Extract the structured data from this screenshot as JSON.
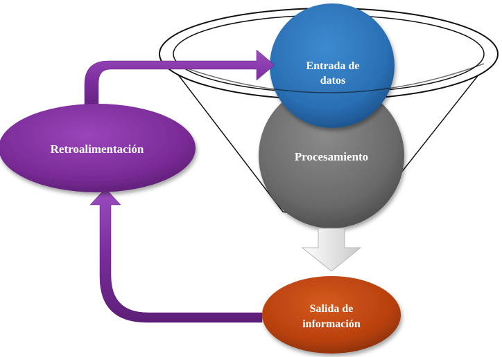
{
  "diagram": {
    "nodes": {
      "entrada": {
        "line1": "Entrada de",
        "line2": "datos",
        "color": "#2a6fb4"
      },
      "procesamiento": {
        "label": "Procesamiento",
        "color": "#707070"
      },
      "salida": {
        "line1": "Salida de",
        "line2": "información",
        "color": "#b8400e"
      },
      "retroalimentacion": {
        "label": "Retroalimentación",
        "color": "#7a2b97"
      }
    },
    "colors": {
      "arrow": "#7b2c9c",
      "funnel_stroke": "#111111",
      "down_arrow_fill": "#e6e6e6",
      "down_arrow_stroke": "#b5b5b5"
    }
  }
}
